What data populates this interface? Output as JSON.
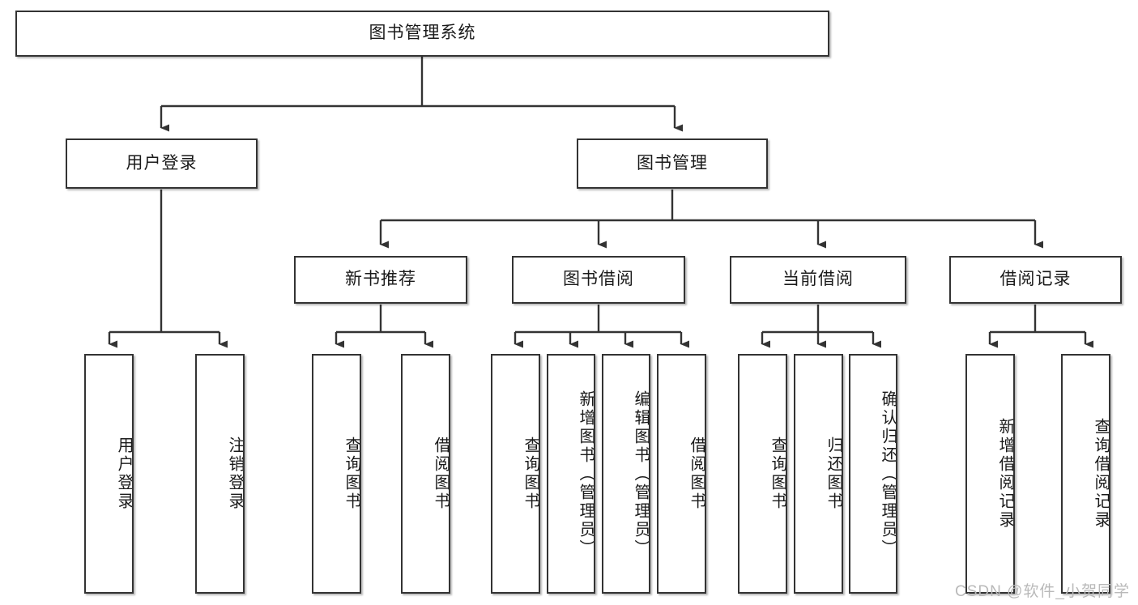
{
  "diagram": {
    "title": "图书管理系统",
    "type": "tree-hierarchy",
    "watermark": "CSDN @软件_小贺同学",
    "colors": {
      "box_border": "#333333",
      "box_fill": "#ffffff",
      "connector": "#333333",
      "text": "#1a1a1a",
      "watermark": "#b9b9b9",
      "background": "#ffffff"
    },
    "nodes": {
      "root": {
        "label": "图书管理系统",
        "orientation": "horizontal"
      },
      "level2": [
        {
          "id": "user-login",
          "label": "用户登录",
          "orientation": "horizontal"
        },
        {
          "id": "book-manage",
          "label": "图书管理",
          "orientation": "horizontal"
        }
      ],
      "level3": [
        {
          "id": "new-book-rec",
          "label": "新书推荐",
          "orientation": "horizontal"
        },
        {
          "id": "book-borrow",
          "label": "图书借阅",
          "orientation": "horizontal"
        },
        {
          "id": "current-borrow",
          "label": "当前借阅",
          "orientation": "horizontal"
        },
        {
          "id": "borrow-record",
          "label": "借阅记录",
          "orientation": "horizontal"
        }
      ],
      "leaves": [
        {
          "id": "leaf-user-login",
          "label": "用户登录",
          "parent": "user-login",
          "orientation": "vertical"
        },
        {
          "id": "leaf-logout-login",
          "label": "注销登录",
          "parent": "user-login",
          "orientation": "vertical"
        },
        {
          "id": "leaf-query-book-1",
          "label": "查询图书",
          "parent": "new-book-rec",
          "orientation": "vertical"
        },
        {
          "id": "leaf-borrow-book-1",
          "label": "借阅图书",
          "parent": "new-book-rec",
          "orientation": "vertical"
        },
        {
          "id": "leaf-query-book-2",
          "label": "查询图书",
          "parent": "book-borrow",
          "orientation": "vertical"
        },
        {
          "id": "leaf-add-book",
          "label": "新增图书（管理员）",
          "parent": "book-borrow",
          "orientation": "vertical"
        },
        {
          "id": "leaf-edit-book",
          "label": "编辑图书（管理员）",
          "parent": "book-borrow",
          "orientation": "vertical"
        },
        {
          "id": "leaf-borrow-book-2",
          "label": "借阅图书",
          "parent": "book-borrow",
          "orientation": "vertical"
        },
        {
          "id": "leaf-query-book-3",
          "label": "查询图书",
          "parent": "current-borrow",
          "orientation": "vertical"
        },
        {
          "id": "leaf-return-book",
          "label": "归还图书",
          "parent": "current-borrow",
          "orientation": "vertical"
        },
        {
          "id": "leaf-confirm-return",
          "label": "确认归还（管理员）",
          "parent": "current-borrow",
          "orientation": "vertical"
        },
        {
          "id": "leaf-add-record",
          "label": "新增借阅记录",
          "parent": "borrow-record",
          "orientation": "vertical"
        },
        {
          "id": "leaf-query-record",
          "label": "查询借阅记录",
          "parent": "borrow-record",
          "orientation": "vertical"
        }
      ]
    }
  }
}
